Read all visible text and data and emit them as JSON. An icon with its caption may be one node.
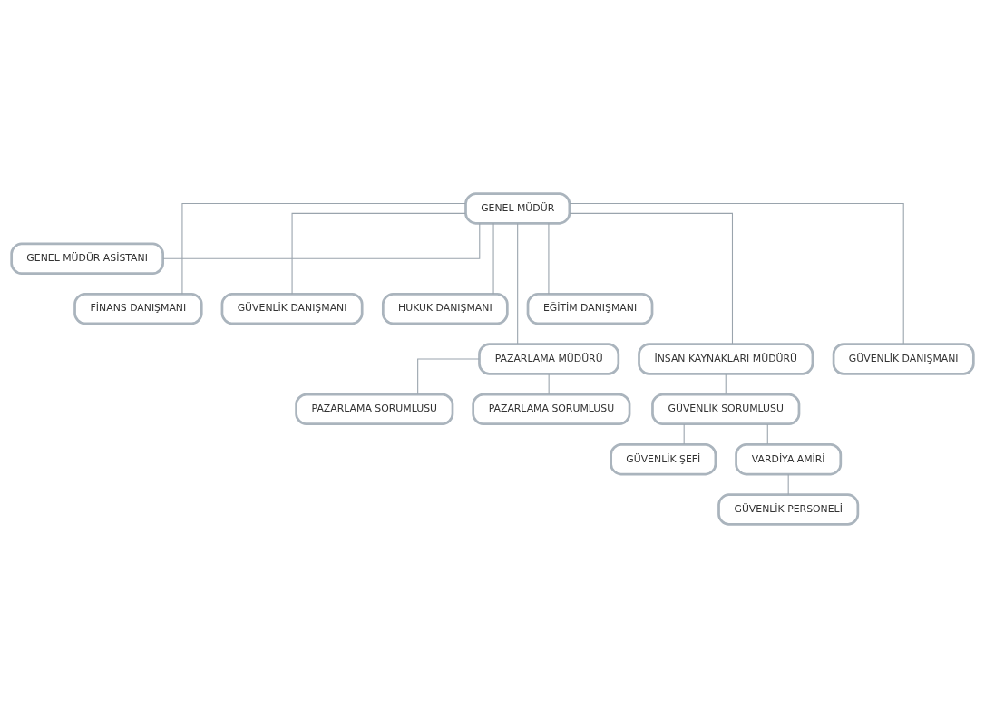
{
  "diagram": {
    "nodes": [
      {
        "text": [
          "GENEL MÜDÜR"
        ]
      },
      {
        "text": [
          "GENEL MÜDÜR ASİSTANI"
        ]
      },
      {
        "text": [
          "FİNANS DANIŞMANI"
        ]
      },
      {
        "text": [
          "GÜVENLİK DANIŞMANI"
        ]
      },
      {
        "text": [
          "HUKUK DANIŞMANI"
        ]
      },
      {
        "text": [
          "EĞİTİM DANIŞMANI"
        ]
      },
      {
        "text": [
          "PAZARLAMA MÜDÜRÜ"
        ]
      },
      {
        "text": [
          "İNSAN KAYNAKLARI MÜDÜRÜ"
        ]
      },
      {
        "text": [
          "GÜVENLİK DANIŞMANI"
        ]
      },
      {
        "text": [
          "PAZARLAMA SORUMLUSU"
        ]
      },
      {
        "text": [
          "PAZARLAMA SORUMLUSU"
        ]
      },
      {
        "text": [
          "GÜVENLİK SORUMLUSU"
        ]
      },
      {
        "text": [
          "GÜVENLİK ŞEFİ"
        ]
      },
      {
        "text": [
          "VARDİYA AMİRİ"
        ]
      },
      {
        "text": [
          "GÜVENLİK PERSONELİ"
        ]
      }
    ],
    "edges": [
      {
        "from": 0,
        "to": 1,
        "arrow": "none"
      },
      {
        "from": 0,
        "to": 2,
        "arrow": "none"
      },
      {
        "from": 0,
        "to": 3,
        "arrow": "none"
      },
      {
        "from": 0,
        "to": 4,
        "arrow": "none"
      },
      {
        "from": 0,
        "to": 5,
        "arrow": "none"
      },
      {
        "from": 0,
        "to": 6,
        "arrow": "none"
      },
      {
        "from": 0,
        "to": 7,
        "arrow": "none"
      },
      {
        "from": 0,
        "to": 8,
        "arrow": "none"
      },
      {
        "from": 6,
        "to": 9,
        "arrow": "none"
      },
      {
        "from": 6,
        "to": 10,
        "arrow": "none"
      },
      {
        "from": 7,
        "to": 11,
        "arrow": "none"
      },
      {
        "from": 11,
        "to": 12,
        "arrow": "none"
      },
      {
        "from": 11,
        "to": 13,
        "arrow": "none"
      },
      {
        "from": 13,
        "to": 14,
        "arrow": "none"
      }
    ]
  }
}
